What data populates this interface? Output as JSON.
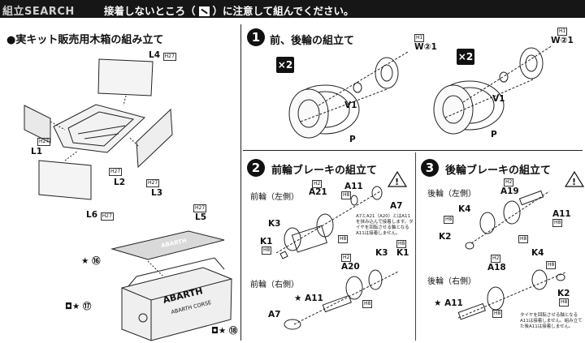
{
  "header": {
    "brand": "組立SEARCH",
    "note_before": "接着しないところ（",
    "note_after": "）に注意して組んでください。"
  },
  "box": {
    "title": "●実キット販売用木箱の組み立て",
    "parts": {
      "L4": "L4",
      "L1": "L1",
      "L2": "L2",
      "L3": "L3",
      "L5": "L5",
      "L6": "L6"
    },
    "h27": "H27",
    "stickers": {
      "s16": "⑯",
      "s17": "⑰",
      "s18": "⑱"
    },
    "lid_text": "ABARTH",
    "side_text": "ABARTH",
    "side_sub": "ABARTH CORSE"
  },
  "step1": {
    "num": "1",
    "title": "前、後輪の組立て",
    "mult": "×2",
    "h1": "H1",
    "w21": "W②1",
    "v1": "V1",
    "p": "P"
  },
  "step2": {
    "num": "2",
    "title": "前輪ブレーキの組立て",
    "left": "前輪（左側）",
    "right": "前輪（右側）",
    "h2": "H2",
    "h8": "H8",
    "a21": "A21",
    "a11": "A11",
    "a7": "A7",
    "k3": "K3",
    "k1": "K1",
    "a20": "A20",
    "note": "A7とA21（A20）とはA11を挟み込んで接着します。タイヤを回転させる軸となるA11は接着しません。"
  },
  "step3": {
    "num": "3",
    "title": "後輪ブレーキの組立て",
    "left": "後輪（左側）",
    "right": "後輪（右側）",
    "h2": "H2",
    "h8": "H8",
    "a19": "A19",
    "a11": "A11",
    "k4": "K4",
    "k2": "K2",
    "a18": "A18",
    "note": "タイヤを回転させる軸となるA11は接着しません。組み立てた後A11は接着しません。"
  }
}
